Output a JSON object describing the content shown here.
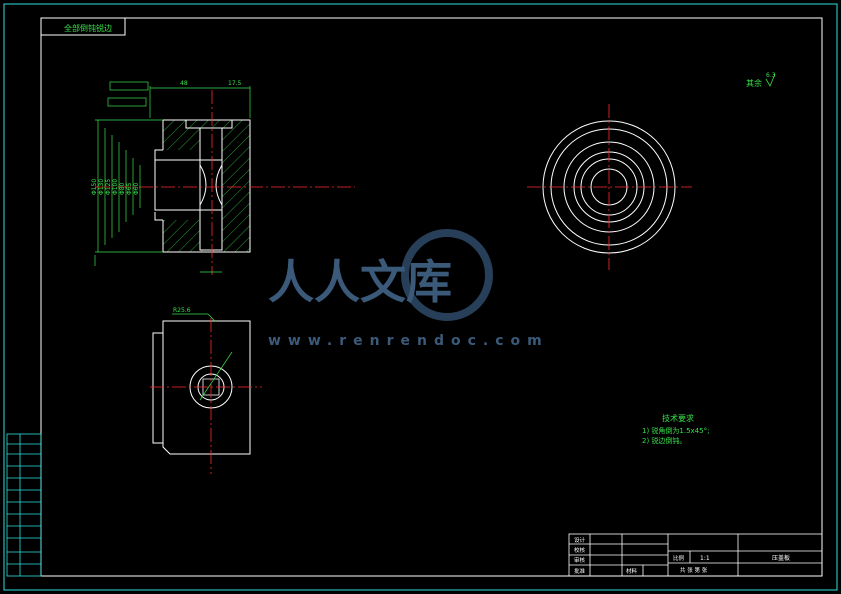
{
  "drawing": {
    "frame_label": "全部倒钝锐边",
    "roughness_note": "其余",
    "roughness_value": "6.3",
    "section_note": "R25.6",
    "tech_title": "技术要求",
    "tech_items": [
      "1) 锐角倒为1.5x45°;",
      "2) 锐边倒钝。"
    ],
    "dims_left": [
      "Φ150",
      "Φ130",
      "Φ125",
      "Φ100",
      "Φ80",
      "Φ65",
      "Φ60"
    ],
    "dims_top": [
      "48",
      "17.5"
    ]
  },
  "title_block": {
    "rows": [
      "设计",
      "校核",
      "审核",
      "批准"
    ],
    "scale_label": "比例",
    "scale_value": "1:1",
    "part_name": "压盖板",
    "sheet_label": "共 张 第 张",
    "material_label": "材料"
  },
  "watermark": {
    "main": "人人文库",
    "url": "www.renrendoc.com"
  },
  "colors": {
    "line": "#ffffff",
    "dimension": "#38e04a",
    "center": "#ff2a2a",
    "frame": "#2de0e0",
    "hatch": "#38e04a"
  }
}
